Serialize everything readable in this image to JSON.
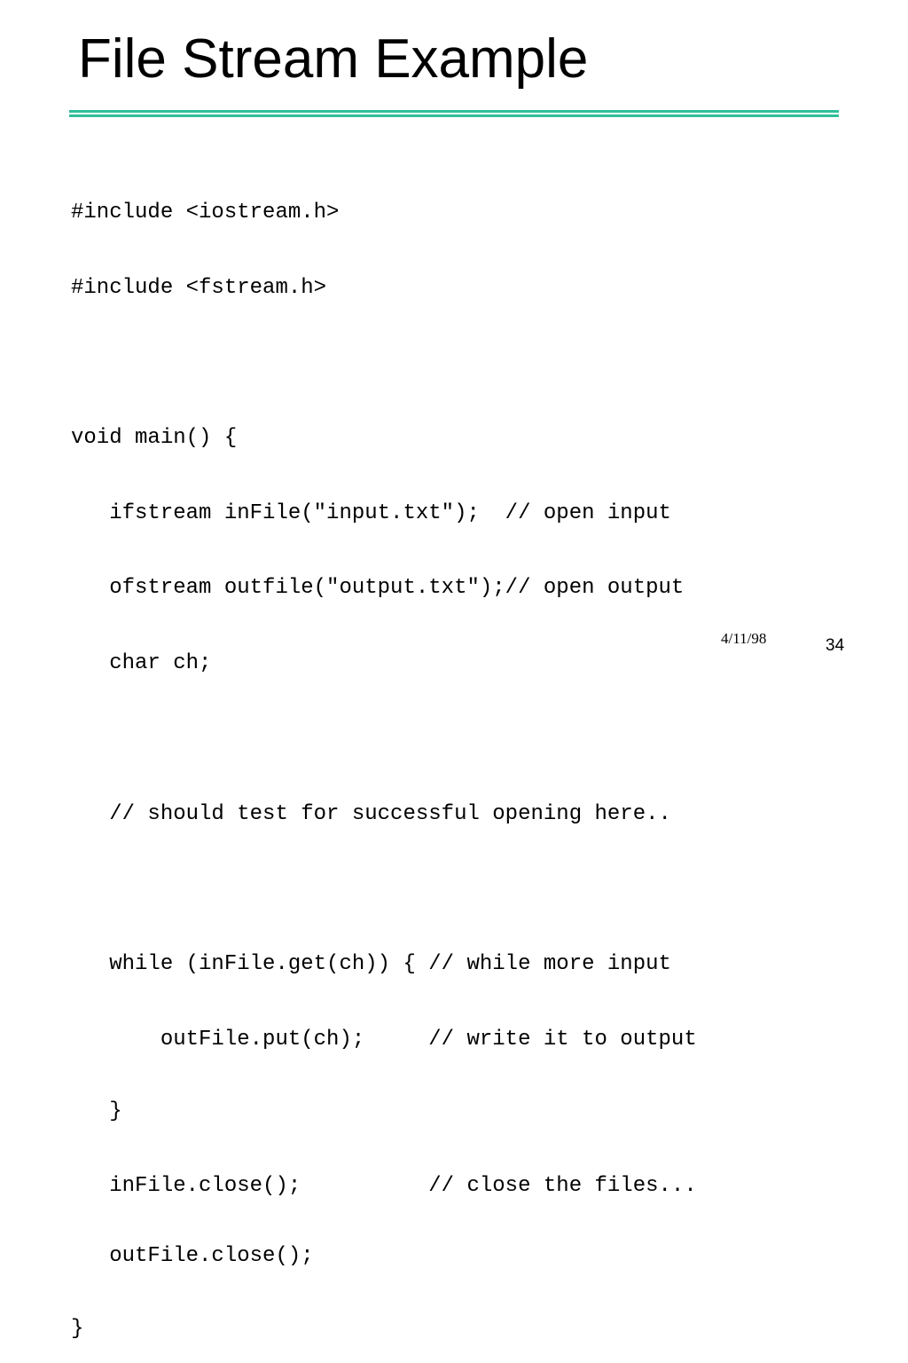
{
  "slide": {
    "title": "File Stream Example",
    "accent_color": "#2ebf99",
    "code_lines": [
      "#include <iostream.h>",
      "#include <fstream.h>",
      "",
      "void main() {",
      "   ifstream inFile(\"input.txt\");  // open input",
      "   ofstream outfile(\"output.txt\");// open output",
      "   char ch;",
      "",
      "   // should test for successful opening here..",
      "",
      "   while (inFile.get(ch)) { // while more input",
      "       outFile.put(ch);     // write it to output",
      "   }",
      "   inFile.close();          // close the files...",
      "   outFile.close();",
      "}"
    ],
    "footer_date": "4/11/98",
    "page_number": "34"
  }
}
